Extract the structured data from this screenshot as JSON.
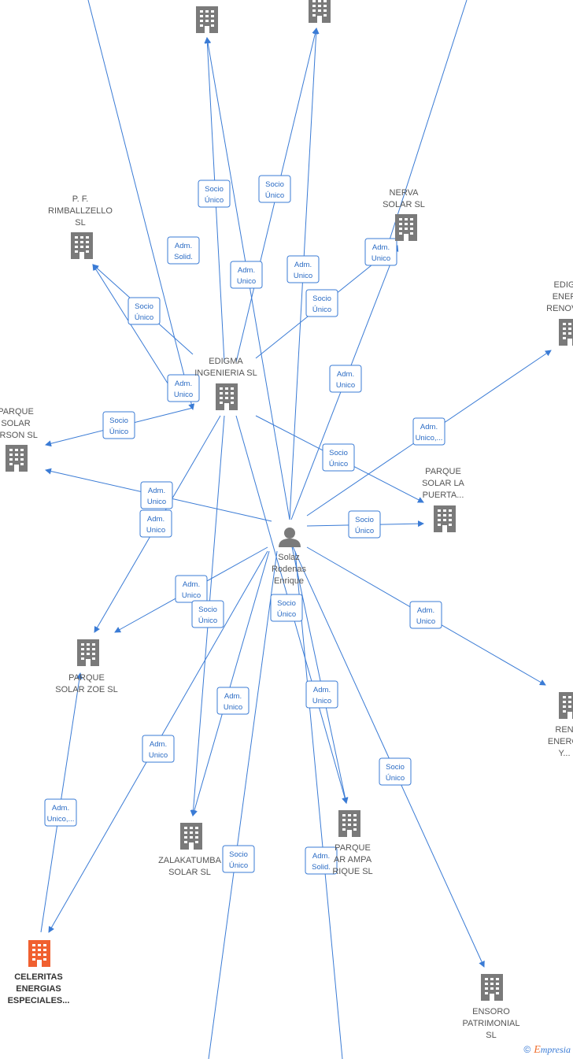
{
  "colors": {
    "edge": "#3a7bd5",
    "company": "#7a7a7a",
    "highlight": "#f06030",
    "person": "#7a7a7a"
  },
  "nodes": [
    {
      "id": "top-left",
      "lines": [],
      "type": "company"
    },
    {
      "id": "top-right",
      "lines": [],
      "type": "company"
    },
    {
      "id": "rimball",
      "lines": [
        "P. F.",
        "RIMBALLZELLO",
        "SL"
      ],
      "type": "company"
    },
    {
      "id": "nerva",
      "lines": [
        "NERVA",
        "SOLAR  SL"
      ],
      "type": "company"
    },
    {
      "id": "edigma-right",
      "lines": [
        "EDIG",
        "ENER",
        "RENOVA"
      ],
      "type": "company"
    },
    {
      "id": "edigma",
      "lines": [
        "EDIGMA",
        "INGENIERIA  SL"
      ],
      "type": "company"
    },
    {
      "id": "parque-erson",
      "lines": [
        "PARQUE",
        "SOLAR",
        "ERSON  SL"
      ],
      "type": "company"
    },
    {
      "id": "parque-puerta",
      "lines": [
        "PARQUE",
        "SOLAR LA",
        "PUERTA..."
      ],
      "type": "company"
    },
    {
      "id": "solaz",
      "lines": [
        "Solaz",
        "Rodenas",
        "Enrique"
      ],
      "type": "person"
    },
    {
      "id": "parque-zoe",
      "lines": [
        "PARQUE",
        "SOLAR ZOE  SL"
      ],
      "type": "company"
    },
    {
      "id": "ren-right",
      "lines": [
        "REN",
        "ENERGI",
        "Y..."
      ],
      "type": "company"
    },
    {
      "id": "zalakatumba",
      "lines": [
        "ZALAKATUMBA",
        "SOLAR  SL"
      ],
      "type": "company"
    },
    {
      "id": "parque-ampa",
      "lines": [
        "PARQUE",
        "AR AMPA",
        "RIQUE  SL"
      ],
      "type": "company"
    },
    {
      "id": "celeritas",
      "lines": [
        "CELERITAS",
        "ENERGIAS",
        "ESPECIALES..."
      ],
      "type": "highlight"
    },
    {
      "id": "ensoro",
      "lines": [
        "ENSORO",
        "PATRIMONIAL",
        "SL"
      ],
      "type": "company"
    }
  ],
  "edge_labels": [
    {
      "id": "e1",
      "lines": [
        "Socio",
        "Único"
      ]
    },
    {
      "id": "e2",
      "lines": [
        "Socio",
        "Único"
      ]
    },
    {
      "id": "e3",
      "lines": [
        "Adm.",
        "Solid."
      ]
    },
    {
      "id": "e4",
      "lines": [
        "Adm.",
        "Unico"
      ]
    },
    {
      "id": "e5",
      "lines": [
        "Adm.",
        "Unico"
      ]
    },
    {
      "id": "e6",
      "lines": [
        "Adm.",
        "Unico"
      ]
    },
    {
      "id": "e7",
      "lines": [
        "Socio",
        "Único"
      ]
    },
    {
      "id": "e8",
      "lines": [
        "Socio",
        "Único"
      ]
    },
    {
      "id": "e9",
      "lines": [
        "Adm.",
        "Unico"
      ]
    },
    {
      "id": "e10",
      "lines": [
        "Adm.",
        "Unico"
      ]
    },
    {
      "id": "e11",
      "lines": [
        "Socio",
        "Único"
      ]
    },
    {
      "id": "e12",
      "lines": [
        "Adm.",
        "Unico,..."
      ]
    },
    {
      "id": "e13",
      "lines": [
        "Socio",
        "Único"
      ]
    },
    {
      "id": "e14",
      "lines": [
        "Adm.",
        "Unico"
      ]
    },
    {
      "id": "e15",
      "lines": [
        "Socio",
        "Único"
      ]
    },
    {
      "id": "e16",
      "lines": [
        "Adm.",
        "Unico"
      ]
    },
    {
      "id": "e17",
      "lines": [
        "Adm.",
        "Unico"
      ]
    },
    {
      "id": "e18",
      "lines": [
        "Socio",
        "Único"
      ]
    },
    {
      "id": "e19",
      "lines": [
        "Socio",
        "Único"
      ]
    },
    {
      "id": "e20",
      "lines": [
        "Adm.",
        "Unico"
      ]
    },
    {
      "id": "e21",
      "lines": [
        "Adm.",
        "Unico"
      ]
    },
    {
      "id": "e22",
      "lines": [
        "Adm.",
        "Unico"
      ]
    },
    {
      "id": "e23",
      "lines": [
        "Adm.",
        "Unico"
      ]
    },
    {
      "id": "e24",
      "lines": [
        "Socio",
        "Único"
      ]
    },
    {
      "id": "e25",
      "lines": [
        "Adm.",
        "Unico,..."
      ]
    },
    {
      "id": "e26",
      "lines": [
        "Socio",
        "Único"
      ]
    },
    {
      "id": "e27",
      "lines": [
        "Adm.",
        "Solid."
      ]
    }
  ],
  "brand": {
    "copyright": "©",
    "initial": "E",
    "rest": "mpresia"
  }
}
